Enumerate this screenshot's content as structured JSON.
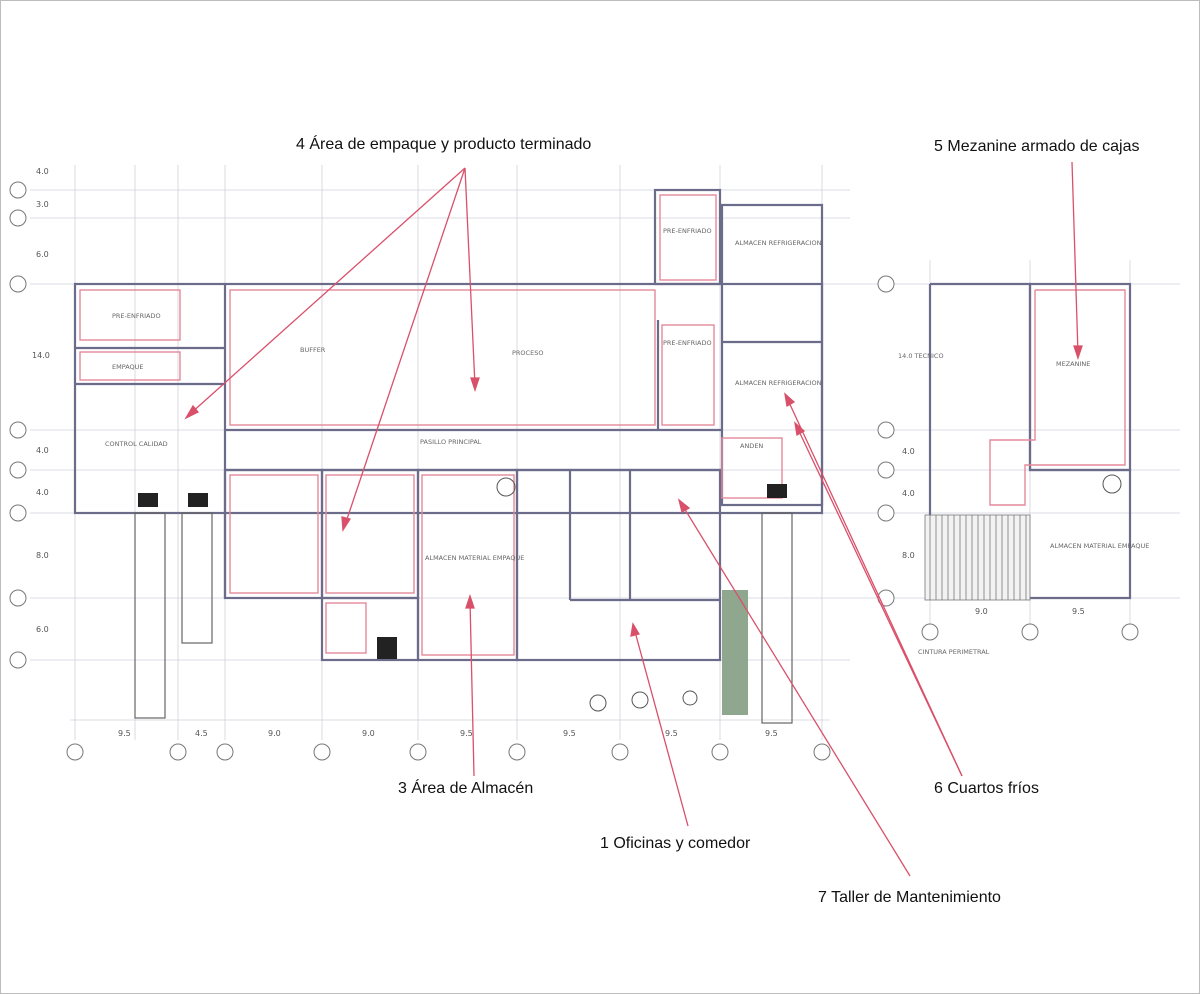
{
  "callouts": [
    {
      "num": "4",
      "text": "Área de empaque y producto terminado"
    },
    {
      "num": "5",
      "text": "Mezanine armado de cajas"
    },
    {
      "num": "3",
      "text": "Área de Almacén"
    },
    {
      "num": "6",
      "text": "Cuartos fríos"
    },
    {
      "num": "1",
      "text": "Oficinas y comedor"
    },
    {
      "num": "7",
      "text": "Taller de Mantenimiento"
    }
  ],
  "rooms": {
    "preenfriado_left": "PRE-ENFRIADO",
    "empaque_sm": "EMPAQUE",
    "control_calidad": "CONTROL CALIDAD",
    "buffer": "BUFFER",
    "proceso": "PROCESO",
    "pasillo": "PASILLO PRINCIPAL",
    "pre_enfriado_top": "PRE-ENFRIADO",
    "pre_enfriado_mid": "PRE-ENFRIADO",
    "almacen_refrig_1": "ALMACEN REFRIGERACION",
    "almacen_refrig_2": "ALMACEN REFRIGERACION",
    "almacen_material": "ALMACEN MATERIAL EMPAQUE",
    "andén": "ANDEN",
    "mezanine": "MEZANINE",
    "almacen_right": "ALMACEN MATERIAL EMPAQUE",
    "cintura": "CINTURA PERIMETRAL",
    "tecnico": "14.0 TECNICO"
  },
  "dims": {
    "left_rows": [
      "4.0",
      "3.0",
      "6.0",
      "14.0",
      "4.0",
      "4.0",
      "8.0",
      "6.0"
    ],
    "bottom_cols": [
      "9.5",
      "4.5",
      "9.0",
      "9.0",
      "9.5",
      "9.5",
      "9.5",
      "9.5"
    ],
    "right_rows": [
      "14.0",
      "4.0",
      "4.0",
      "8.0"
    ],
    "right_cols": [
      "9.0",
      "9.5"
    ]
  },
  "colors": {
    "callout_line": "#d9506a",
    "plan_line": "#7a7a9a",
    "wall_red": "#e48a9a",
    "grid": "#c8c8d8"
  }
}
